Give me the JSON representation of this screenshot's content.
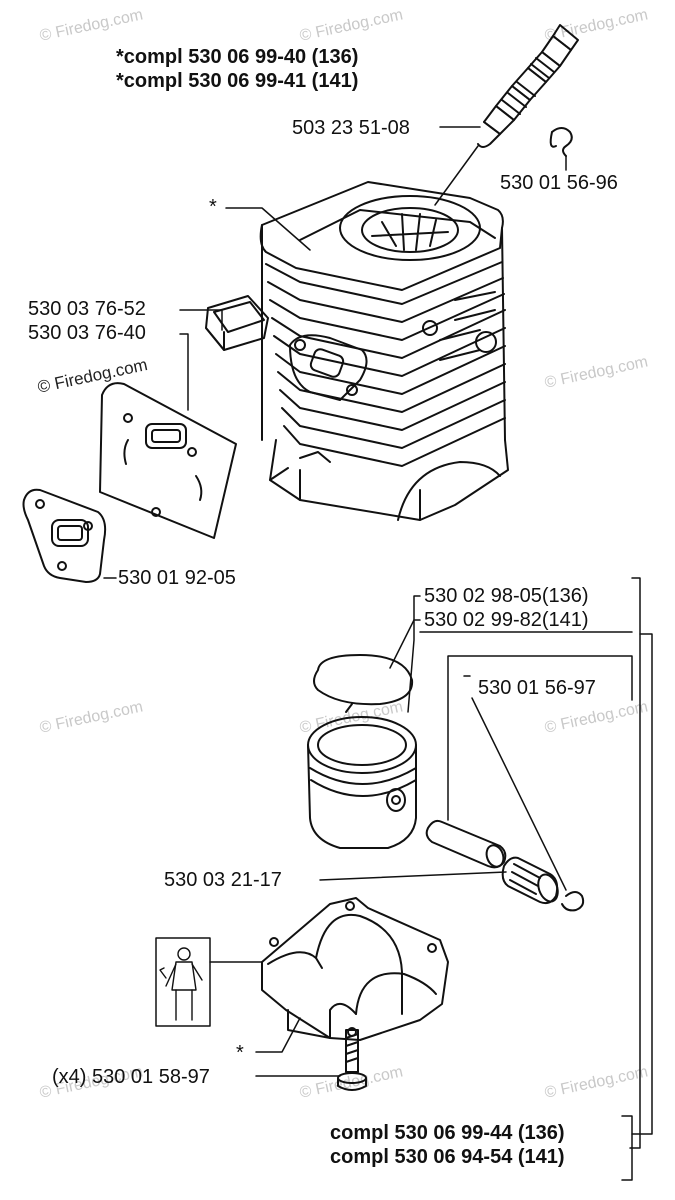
{
  "header": {
    "line1": "*compl 530 06 99-40 (136)",
    "line2": "*compl 530 06 99-41 (141)"
  },
  "parts": {
    "spark_plug": "503 23 51-08",
    "clip": "530 01 56-96",
    "asterisk_cylinder": "*",
    "gasket_a": "530 03 76-52",
    "gasket_b": "530 03 76-40",
    "gasket_c": "530 01 92-05",
    "ring_136": "530 02 98-05(136)",
    "ring_141": "530 02 99-82(141)",
    "circlip": "530 01 56-97",
    "bearing": "530 03 21-17",
    "asterisk_crankcase": "*",
    "screw": "(x4) 530 01 58-97"
  },
  "footer": {
    "line1": "compl 530 06 99-44 (136)",
    "line2": "compl 530 06 94-54 (141)"
  },
  "watermarks": {
    "text": "© Firedog.com"
  }
}
